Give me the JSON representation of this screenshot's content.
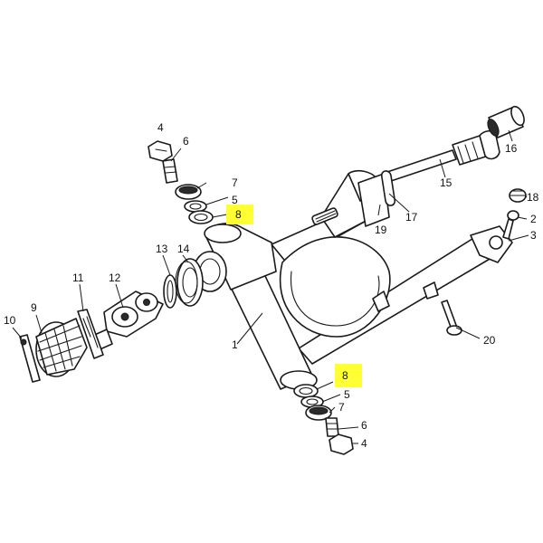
{
  "callouts": {
    "c1": "1",
    "c2": "2",
    "c3": "3",
    "c4_top": "4",
    "c4_bottom": "4",
    "c5_top": "5",
    "c5_bottom": "5",
    "c6_top": "6",
    "c6_bottom": "6",
    "c7_top": "7",
    "c7_bottom": "7",
    "c8_top": "8",
    "c8_bottom": "8",
    "c9": "9",
    "c10": "10",
    "c11": "11",
    "c12": "12",
    "c13": "13",
    "c14": "14",
    "c15": "15",
    "c16": "16",
    "c17": "17",
    "c18": "18",
    "c19": "19",
    "c20": "20"
  },
  "colors": {
    "highlight": "#ffff33",
    "line": "#1a1a1a",
    "background": "#ffffff"
  }
}
